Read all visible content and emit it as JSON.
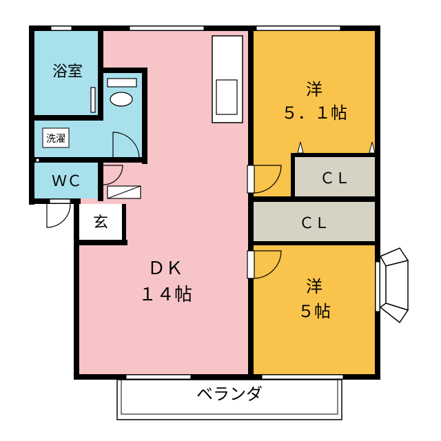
{
  "rooms": {
    "bath": {
      "label": "浴室"
    },
    "laundry": {
      "label": "洗濯"
    },
    "wc": {
      "label": "ＷＣ"
    },
    "entrance": {
      "label": "玄"
    },
    "dk": {
      "line1": "ＤＫ",
      "line2": "１４帖"
    },
    "western_1": {
      "line1": "洋",
      "line2": "５．１帖"
    },
    "western_2": {
      "line1": "洋",
      "line2": "５帖"
    },
    "closet_1": {
      "label": "ＣＬ"
    },
    "closet_2": {
      "label": "ＣＬ"
    },
    "veranda": {
      "label": "ベランダ"
    }
  },
  "colors": {
    "dk": "#f7c4c8",
    "western": "#f9c34c",
    "wet_area": "#a8e0ec",
    "closet": "#d6d3c5",
    "wall": "#000000",
    "background": "#ffffff"
  }
}
